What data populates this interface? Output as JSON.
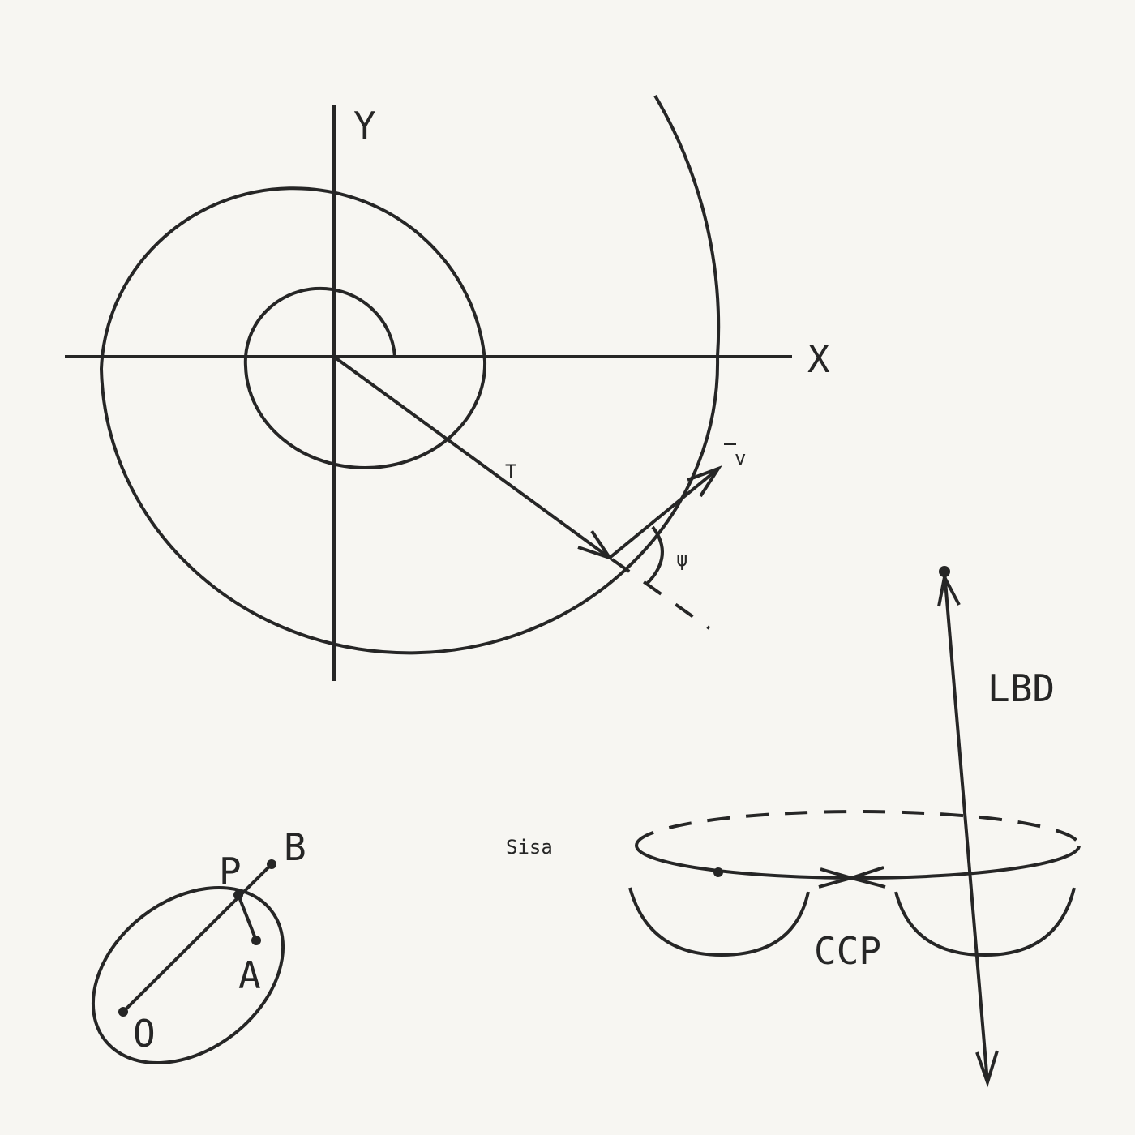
{
  "labels": {
    "y_axis": "Y",
    "x_axis": "X",
    "radius": "T",
    "velocity": "v",
    "angle": "ψ",
    "lbd": "LBD",
    "sisa": "Sisa",
    "ccp": "CCP",
    "p": "P",
    "b": "B",
    "a": "A",
    "o": "O"
  },
  "colors": {
    "ink": "#262626",
    "paper": "#f7f6f2"
  }
}
